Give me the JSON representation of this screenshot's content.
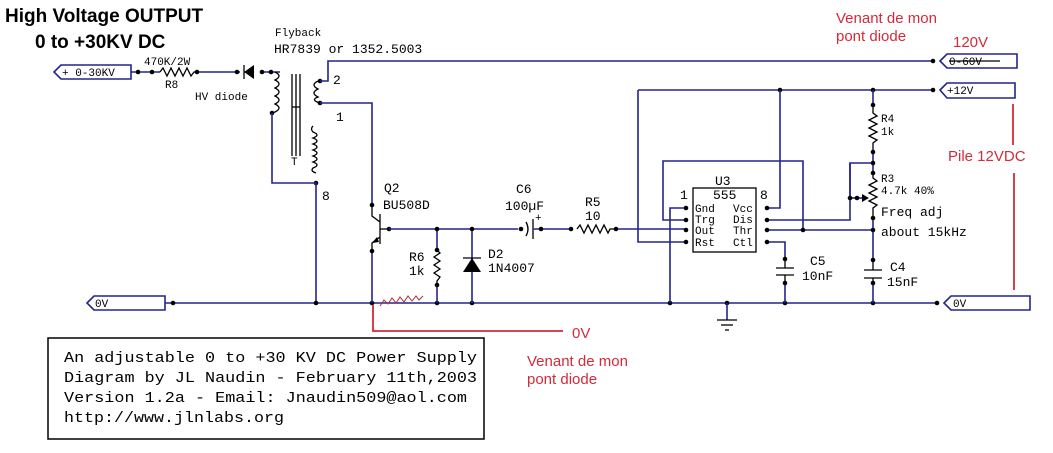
{
  "title": {
    "line1": "High Voltage OUTPUT",
    "line2": "0 to +30KV DC"
  },
  "flyback": {
    "name": "Flyback",
    "part": "HR7839 or 1352.5003",
    "pins": [
      "2",
      "1",
      "8"
    ],
    "core_label": "T"
  },
  "connectors": {
    "hv_out": "+ 0-30KV",
    "supply_hv": "0-60V",
    "supply_12v": "+12V",
    "gnd_left": "0V",
    "gnd_right": "0V"
  },
  "components": {
    "r8": {
      "ref": "R8",
      "value": "470K/2W"
    },
    "hv_diode": {
      "label": "HV diode"
    },
    "q2": {
      "ref": "Q2",
      "value": "BU508D"
    },
    "r6": {
      "ref": "R6",
      "value": "1k"
    },
    "d2": {
      "ref": "D2",
      "value": "1N4007"
    },
    "c6": {
      "ref": "C6",
      "value": "100µF",
      "polarity": "+"
    },
    "r5": {
      "ref": "R5",
      "value": "10"
    },
    "u3": {
      "ref": "U3",
      "type": "555",
      "pin1": "1",
      "pin8": "8",
      "left_pins": [
        "Gnd",
        "Trg",
        "Out",
        "Rst"
      ],
      "right_pins": [
        "Vcc",
        "Dis",
        "Thr",
        "Ctl"
      ]
    },
    "r4": {
      "ref": "R4",
      "value": "1k"
    },
    "r3": {
      "ref": "R3",
      "value": "4.7k 40%",
      "note1": "Freq adj",
      "note2": "about 15kHz"
    },
    "c5": {
      "ref": "C5",
      "value": "10nF"
    },
    "c4": {
      "ref": "C4",
      "value": "15nF"
    }
  },
  "annotations": {
    "top_note_line1": "Venant de mon",
    "top_note_line2": "pont diode",
    "voltage_120": "120V",
    "battery": "Pile 12VDC",
    "bottom_0v": "0V",
    "bottom_note_line1": "Venant de mon",
    "bottom_note_line2": "pont diode"
  },
  "info_box": {
    "lines": [
      "An adjustable 0 to +30 KV DC Power Supply",
      "Diagram by JL Naudin - February 11th,2003",
      "Version 1.2a - Email: Jnaudin509@aol.com",
      "http://www.jlnlabs.org"
    ]
  },
  "colors": {
    "wire": "#23238e",
    "annotation": "#d42a3a",
    "component": "#000000"
  }
}
